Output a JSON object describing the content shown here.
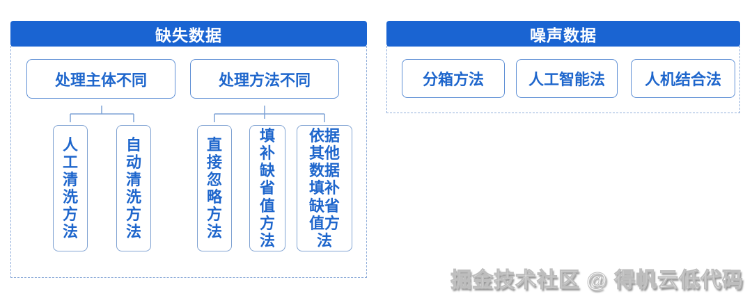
{
  "colors": {
    "header_bg": "#1a64d2",
    "header_text": "#ffffff",
    "parent_border": "#5b8dd4",
    "child_border": "#7fa2d2",
    "text_blue": "#1e66cc",
    "dashed_border": "#8fadda",
    "connector": "#7da2d6",
    "canvas_bg": "#ffffff"
  },
  "missing": {
    "title": "缺失数据",
    "groups": [
      {
        "parent": "处理主体不同",
        "children": [
          "人工清洗方法",
          "自动清洗方法"
        ]
      },
      {
        "parent": "处理方法不同",
        "children": [
          "直接忽略方法",
          "填补缺省值方法",
          "依据其他数据填补缺省值方法"
        ]
      }
    ]
  },
  "noisy": {
    "title": "噪声数据",
    "items": [
      "分箱方法",
      "人工智能法",
      "人机结合法"
    ]
  },
  "watermark": "掘金技术社区 @ 得帆云低代码"
}
